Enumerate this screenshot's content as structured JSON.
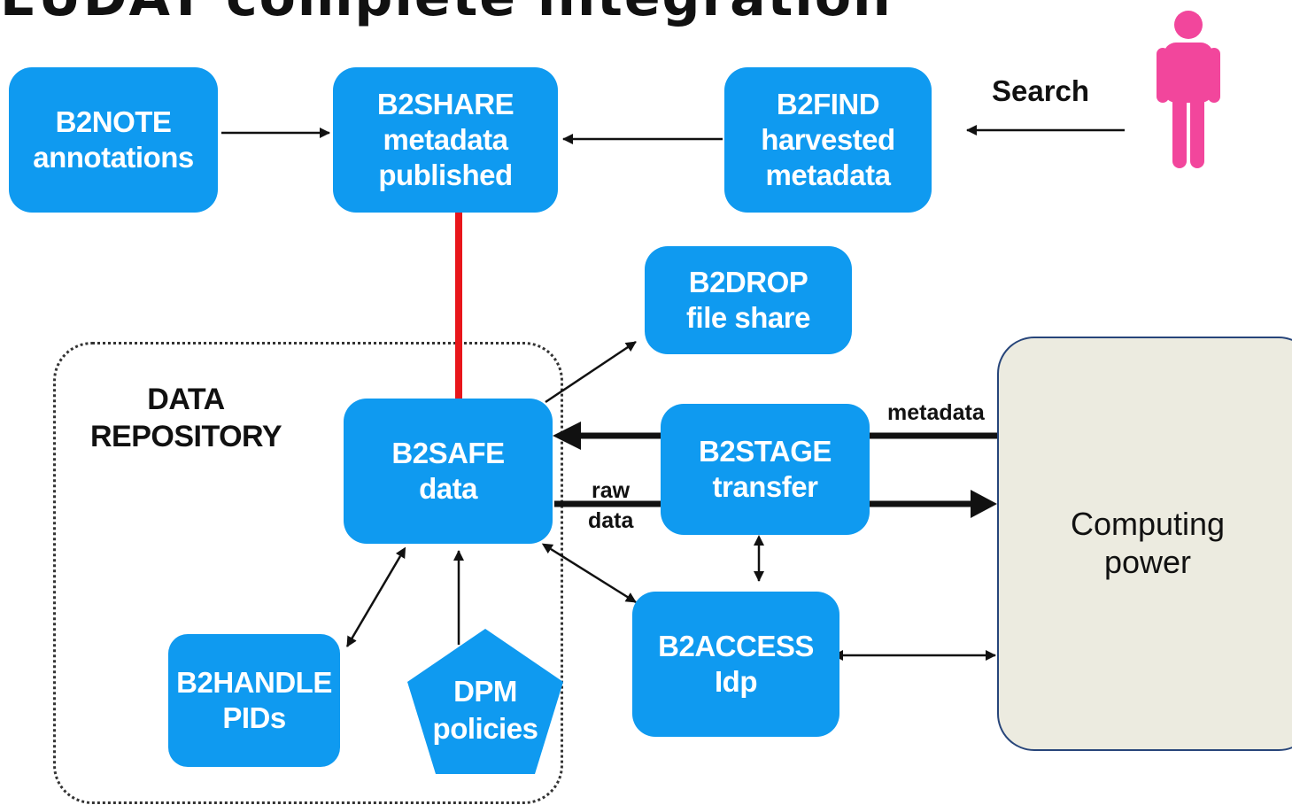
{
  "title": "EUDAT complete integration",
  "nodes": {
    "b2note": [
      "B2NOTE",
      "annotations"
    ],
    "b2share": [
      "B2SHARE",
      "metadata",
      "published"
    ],
    "b2find": [
      "B2FIND",
      "harvested",
      "metadata"
    ],
    "b2drop": [
      "B2DROP",
      "file share"
    ],
    "b2safe": [
      "B2SAFE",
      "data"
    ],
    "b2stage": [
      "B2STAGE",
      "transfer"
    ],
    "b2access": [
      "B2ACCESS",
      "Idp"
    ],
    "b2handle": [
      "B2HANDLE",
      "PIDs"
    ],
    "dpm": [
      "DPM",
      "policies"
    ]
  },
  "repository": [
    "DATA",
    "REPOSITORY"
  ],
  "computing": [
    "Computing",
    "power"
  ],
  "labels": {
    "search": "Search",
    "metadata": "metadata",
    "raw": "raw",
    "data": "data"
  },
  "icons": {
    "person": "person-icon"
  },
  "colors": {
    "box": "#0f9af0",
    "person": "#f2469c",
    "link": "#e8161b",
    "computing_fill": "#ecebe0",
    "computing_border": "#27457a"
  }
}
